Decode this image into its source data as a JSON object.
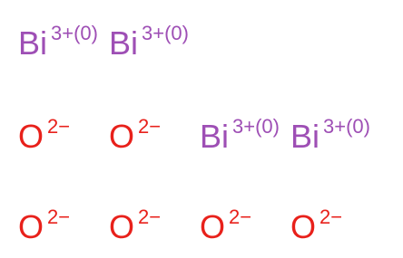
{
  "colors": {
    "bismuth": "#9e4fb5",
    "oxygen": "#e8211b"
  },
  "ions": [
    {
      "element": "bismuth",
      "symbol": "Bi",
      "charge": "3+(0)"
    },
    {
      "element": "bismuth",
      "symbol": "Bi",
      "charge": "3+(0)"
    },
    {
      "element": "oxygen",
      "symbol": "O",
      "charge": "2−"
    },
    {
      "element": "oxygen",
      "symbol": "O",
      "charge": "2−"
    },
    {
      "element": "bismuth",
      "symbol": "Bi",
      "charge": "3+(0)"
    },
    {
      "element": "bismuth",
      "symbol": "Bi",
      "charge": "3+(0)"
    },
    {
      "element": "oxygen",
      "symbol": "O",
      "charge": "2−"
    },
    {
      "element": "oxygen",
      "symbol": "O",
      "charge": "2−"
    },
    {
      "element": "oxygen",
      "symbol": "O",
      "charge": "2−"
    },
    {
      "element": "oxygen",
      "symbol": "O",
      "charge": "2−"
    }
  ]
}
